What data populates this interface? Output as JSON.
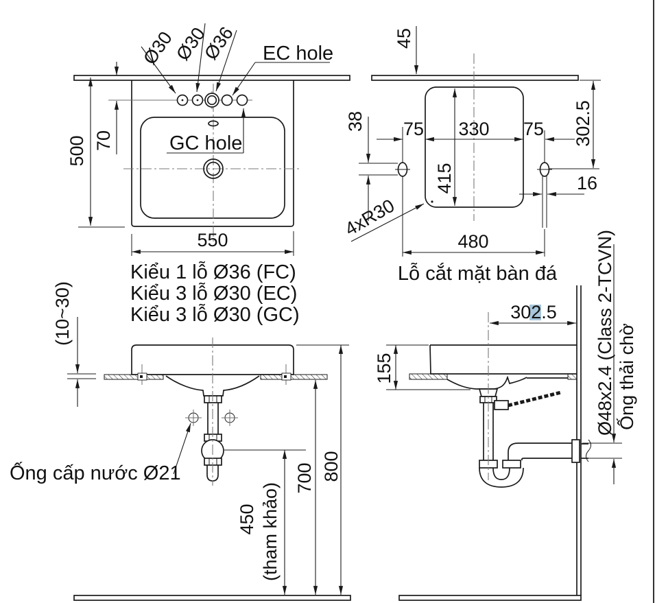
{
  "colors": {
    "line": "#1a1a1a",
    "centerline": "#787878",
    "highlight": "#a9c6da",
    "background": "#ffffff"
  },
  "plan_view": {
    "hole_label_1": "Ø30",
    "hole_label_2": "Ø30",
    "hole_label_3": "Ø36",
    "ec_hole_label": "EC hole",
    "gc_hole_label": "GC hole",
    "dim_depth": "500",
    "dim_hole_offset": "70",
    "dim_width": "550",
    "caption_line_1": "Kiểu 1 lỗ Ø36 (FC)",
    "caption_line_2": "Kiểu 3 lỗ Ø30 (EC)",
    "caption_line_3": "Kiểu 3 lỗ Ø30 (GC)"
  },
  "cutout_view": {
    "dim_back_edge": "45",
    "dim_slot_offset": "38",
    "dim_left_margin": "75",
    "dim_faucet_span": "330",
    "dim_right_margin": "75",
    "dim_slot_depth": "302.5",
    "dim_cutout_depth": "415",
    "dim_slot_width": "16",
    "dim_cutout_width": "480",
    "corner_radius_note": "4xR30",
    "caption": "Lỗ cắt mặt bàn đá"
  },
  "front_view": {
    "dim_counter_thickness": "(10~30)",
    "supply_pipe_label": "Ống cấp nước Ø21",
    "dim_trap_height": "450",
    "dim_trap_height_note": "(tham khảo)",
    "dim_counter_height": "700",
    "dim_rim_height": "800"
  },
  "side_view": {
    "dim_center_to_wall": "302.5",
    "dim_rim_to_bowl": "155",
    "waste_pipe_spec": "Ø48x2.4 (Class 2-TCVN)",
    "waste_pipe_label": "Ống thải chờ"
  }
}
